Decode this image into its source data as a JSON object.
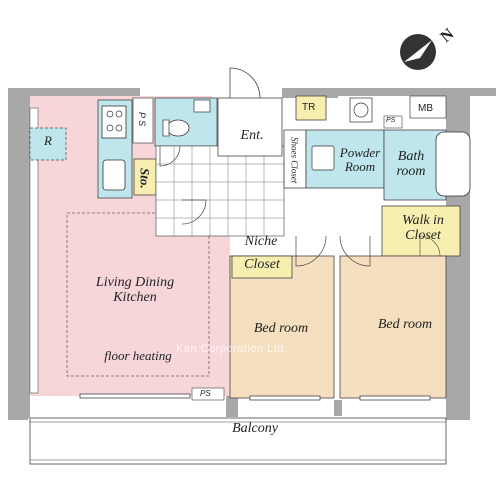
{
  "rooms": {
    "living": {
      "line1": "Living Dining",
      "line2": "Kitchen",
      "note": "floor heating"
    },
    "bedroom_west": "Bed room",
    "bedroom_east": "Bed room",
    "entrance": "Ent.",
    "powder_room": {
      "line1": "Powder",
      "line2": "Room"
    },
    "bathroom": {
      "line1": "Bath",
      "line2": "room"
    },
    "walk_in_closet": {
      "line1": "Walk in",
      "line2": "Closet"
    },
    "niche": "Niche",
    "closet": "Closet",
    "shoes_closet": "Shoes Closet",
    "storage": "Sto.",
    "trunk_room": "TR",
    "meter_box": "MB",
    "pipe_space_top": "P S",
    "pipe_space_right": "PS",
    "pipe_space_bottom": "PS",
    "r_box": "R",
    "balcony": "Balcony"
  },
  "compass": {
    "label": "N"
  },
  "watermark": "Ken Corporation Ltd.",
  "colors": {
    "wall": "#a8a8a8",
    "living": "#f7d6d9",
    "bedroom": "#f5dfbf",
    "wet_area": "#bfe6ec",
    "yellow_box": "#f7efb0",
    "floor_tile": "#ffffff"
  }
}
